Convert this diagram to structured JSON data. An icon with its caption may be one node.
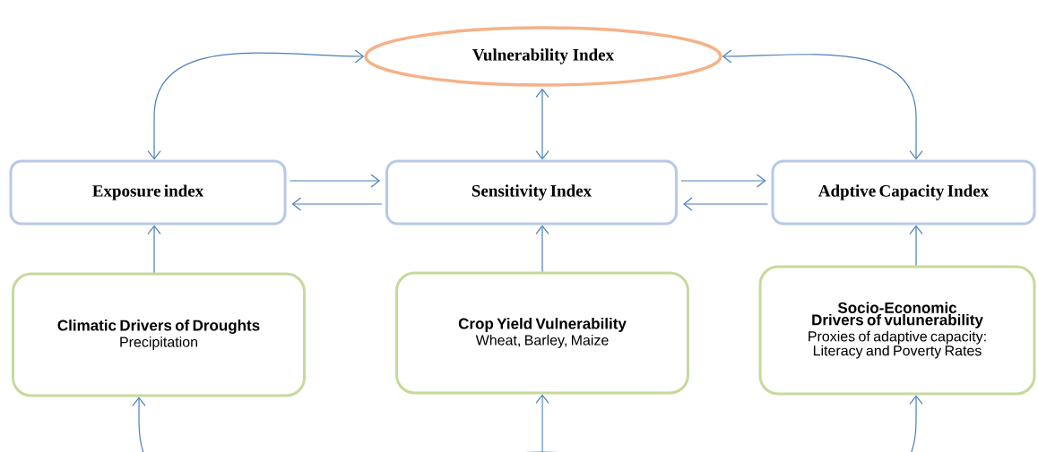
{
  "diagram": {
    "nodes": [
      {
        "text": [
          "Vulnerability Index"
        ]
      },
      {
        "text": [
          "Exposure index"
        ]
      },
      {
        "text": [
          "Sensitivity Index"
        ]
      },
      {
        "text": [
          "Adptive Capacity  Index"
        ]
      },
      {
        "text": [
          "Climatic Drivers of Droughts",
          "Precipitation"
        ]
      },
      {
        "text": [
          "Crop Yield Vulnerability",
          "Wheat, Barley, Maize"
        ]
      },
      {
        "text": [
          "Socio-Economic Drivers of vulunerability",
          "Proxies of adaptive capacity: Literacy and Poverty Rates"
        ]
      }
    ],
    "edges": [
      {
        "from": 0,
        "to": 1,
        "arrow": "both"
      },
      {
        "from": 0,
        "to": 2,
        "arrow": "both"
      },
      {
        "from": 0,
        "to": 3,
        "arrow": "both"
      },
      {
        "from": 1,
        "to": 2,
        "arrow": "to"
      },
      {
        "from": 2,
        "to": 1,
        "arrow": "to"
      },
      {
        "from": 2,
        "to": 3,
        "arrow": "to"
      },
      {
        "from": 3,
        "to": 2,
        "arrow": "to"
      },
      {
        "from": 4,
        "to": 1,
        "arrow": "to"
      },
      {
        "from": 5,
        "to": 2,
        "arrow": "to"
      },
      {
        "from": 6,
        "to": 3,
        "arrow": "to"
      },
      {
        "from": null,
        "to": 4,
        "arrow": "to"
      },
      {
        "from": null,
        "to": 5,
        "arrow": "to"
      },
      {
        "from": null,
        "to": 6,
        "arrow": "to"
      }
    ]
  }
}
